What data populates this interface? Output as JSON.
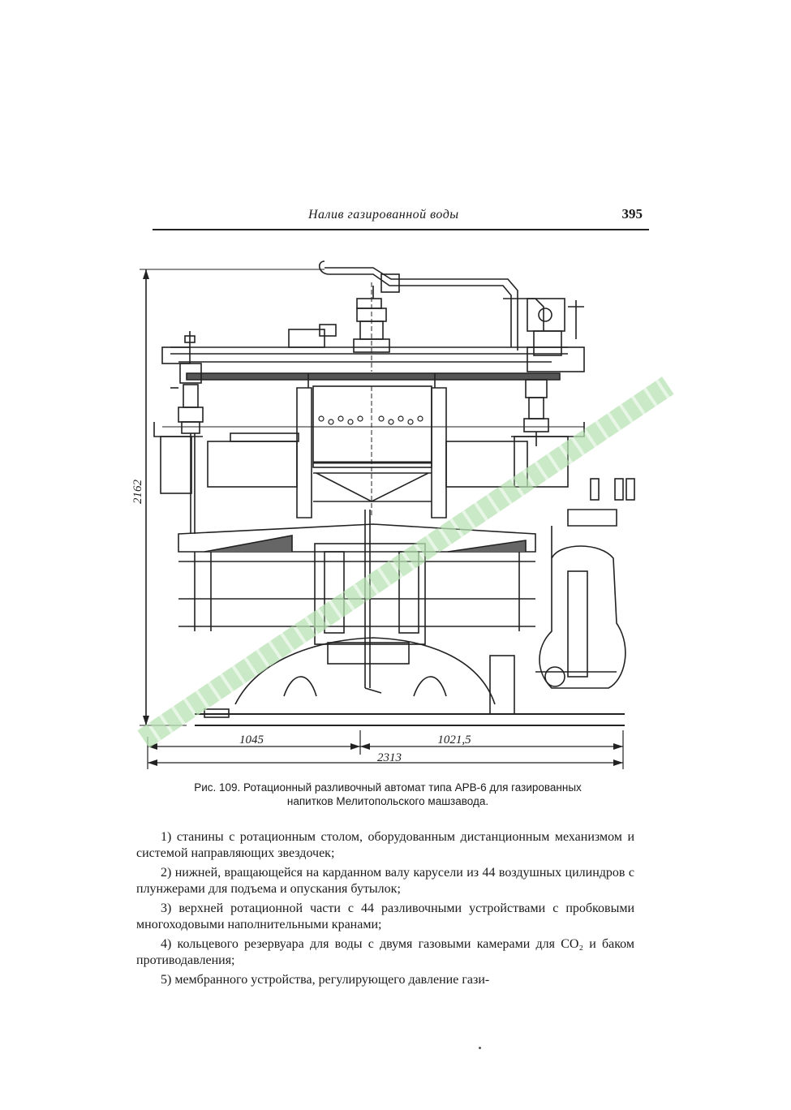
{
  "running_head": {
    "title": "Налив газированной воды",
    "page_number": "395"
  },
  "figure": {
    "dimension_height": "2162",
    "dimension_left": "1045",
    "dimension_right": "1021,5",
    "dimension_total": "2313"
  },
  "caption": {
    "line1": "Рис. 109. Ротационный разливочный автомат типа АРВ-6 для газированных",
    "line2": "напитков Мелитопольского машзавода."
  },
  "items": [
    "1) станины с ротационным столом, оборудованным дистанционным механизмом и системой направляющих звездочек;",
    "2) нижней, вращающейся на карданном валу карусели из 44 воздушных цилиндров с плунжерами для подъема и опускания бутылок;",
    "3) верхней ротационной части с 44 разливочными устройствами с пробковыми многоходовыми наполнительными кранами;",
    "4) кольцевого резервуара для воды с двумя газовыми камерами для CO₂ и баком противодавления;",
    "5) мембранного устройства, регулирующего давление гази-"
  ]
}
